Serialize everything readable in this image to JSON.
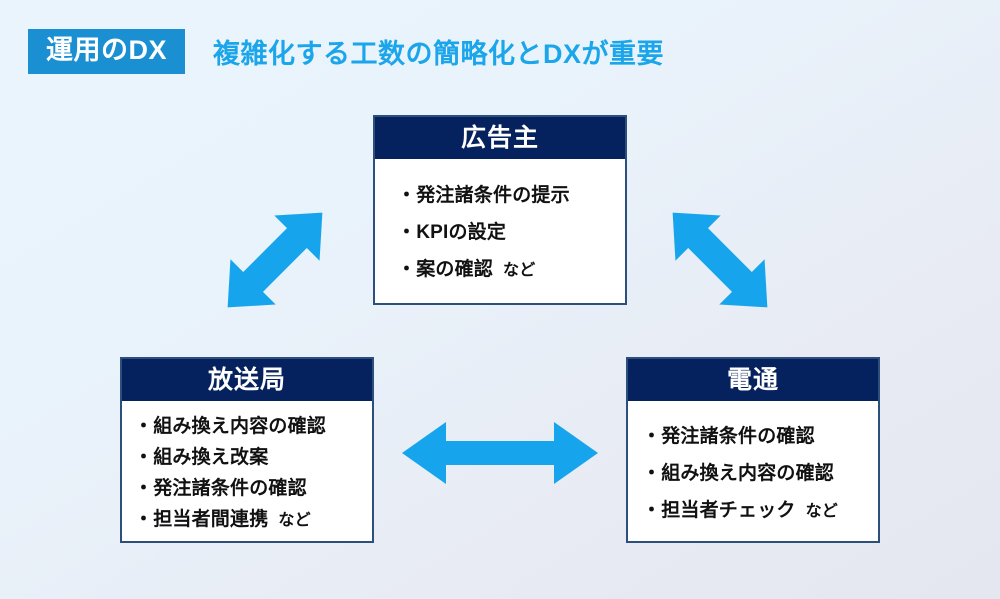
{
  "header": {
    "badge_label": "運用のDX",
    "headline": "複雑化する工数の簡略化とDXが重要",
    "badge_color": "#1a8fd2",
    "headline_color": "#1ba5ea"
  },
  "colors": {
    "box_header_bg": "#06225e",
    "box_border": "#2d4f7c",
    "box_body_bg": "#ffffff",
    "arrow": "#16a5ec",
    "background_top": "#e9f4fd",
    "background_bottom": "#e4e6f0"
  },
  "boxes": {
    "advertiser": {
      "title": "広告主",
      "items": [
        {
          "bullet": "・",
          "text": "発注諸条件の提示",
          "etc": ""
        },
        {
          "bullet": "・",
          "text": "KPIの設定",
          "etc": ""
        },
        {
          "bullet": "・",
          "text": "案の確認",
          "etc": "など"
        }
      ]
    },
    "broadcaster": {
      "title": "放送局",
      "items": [
        {
          "bullet": "・",
          "text": "組み換え内容の確認",
          "etc": ""
        },
        {
          "bullet": "・",
          "text": "組み換え改案",
          "etc": ""
        },
        {
          "bullet": "・",
          "text": "発注諸条件の確認",
          "etc": ""
        },
        {
          "bullet": "・",
          "text": "担当者間連携",
          "etc": "など"
        }
      ]
    },
    "dentsu": {
      "title": "電通",
      "items": [
        {
          "bullet": "・",
          "text": "発注諸条件の確認",
          "etc": ""
        },
        {
          "bullet": "・",
          "text": "組み換え内容の確認",
          "etc": ""
        },
        {
          "bullet": "・",
          "text": "担当者チェック",
          "etc": "など"
        }
      ]
    }
  },
  "arrows": [
    {
      "name": "advertiser-broadcaster",
      "direction": "bidirectional-diagonal-up-right"
    },
    {
      "name": "advertiser-dentsu",
      "direction": "bidirectional-diagonal-down-right"
    },
    {
      "name": "broadcaster-dentsu",
      "direction": "bidirectional-horizontal"
    }
  ]
}
